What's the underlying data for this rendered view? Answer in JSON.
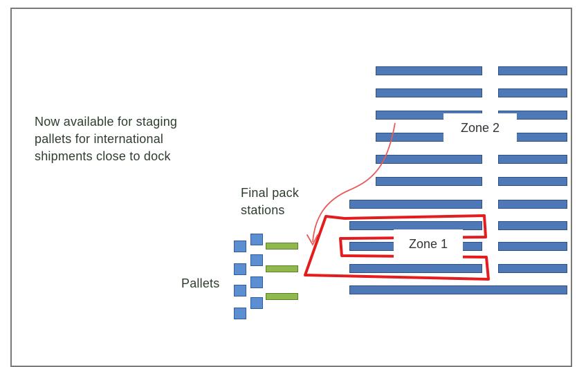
{
  "annotations": {
    "staging_note": "Now available for staging\npallets for international\nshipments close to dock",
    "final_pack_stations": "Final pack\nstations",
    "pallets": "Pallets",
    "zone1": "Zone 1",
    "zone2": "Zone 2"
  },
  "colors": {
    "rack_fill": "#4e79b6",
    "pallet_fill": "#5c8fd1",
    "station_fill": "#8fb84d",
    "zone_outline": "#e31d1d",
    "arrow": "#e85a5a",
    "text": "#2f3d2f"
  }
}
